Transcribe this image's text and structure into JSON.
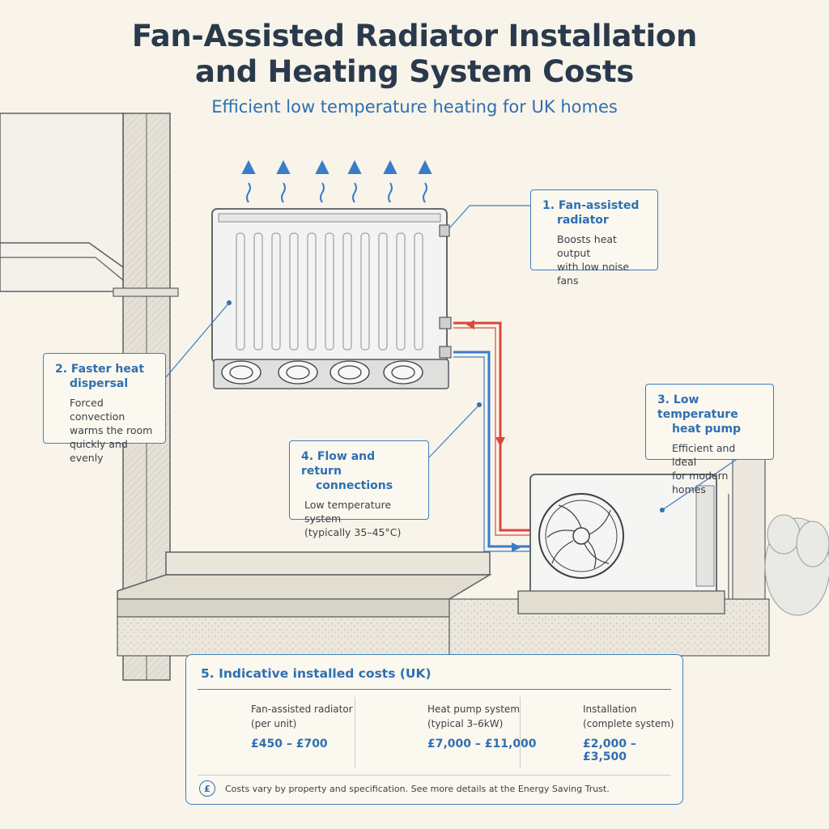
{
  "header": {
    "title_line1": "Fan-Assisted Radiator Installation",
    "title_line2": "and Heating System Costs",
    "subtitle": "Efficient low temperature heating for UK homes"
  },
  "callouts": [
    {
      "heading": [
        "1. Fan-assisted",
        "radiator"
      ],
      "body": [
        "Boosts heat output",
        "with low noise fans"
      ]
    },
    {
      "heading": [
        "2. Faster heat",
        "dispersal"
      ],
      "body": [
        "Forced convection",
        "warms the room",
        "quickly and evenly"
      ]
    },
    {
      "heading": [
        "3. Low temperature",
        "heat pump"
      ],
      "body": [
        "Efficient and ideal",
        "for modern homes"
      ]
    },
    {
      "heading": [
        "4. Flow and return",
        "connections"
      ],
      "body": [
        "Low temperature system",
        "(typically 35–45°C)"
      ]
    }
  ],
  "costs": {
    "title": "5. Indicative installed costs (UK)",
    "items": [
      {
        "icon": "radiator-icon",
        "label": [
          "Fan-assisted radiator",
          "(per unit)"
        ],
        "price": "£450 – £700"
      },
      {
        "icon": "heat-pump-icon",
        "label": [
          "Heat pump system",
          "(typical 3–6kW)"
        ],
        "price": "£7,000 – £11,000"
      },
      {
        "icon": "wrench-icon",
        "label": [
          "Installation",
          "(complete system)"
        ],
        "price": "£2,000 – £3,500"
      }
    ],
    "note_icon_glyph": "£",
    "note": "Costs vary by property and specification. See more details at the Energy Saving Trust."
  },
  "colors": {
    "accent": "#2f6fb0",
    "title": "#2a3a4c",
    "flow_pipe": "#d9473a",
    "return_pipe": "#3a7cc8",
    "background": "#f8f4ea"
  }
}
